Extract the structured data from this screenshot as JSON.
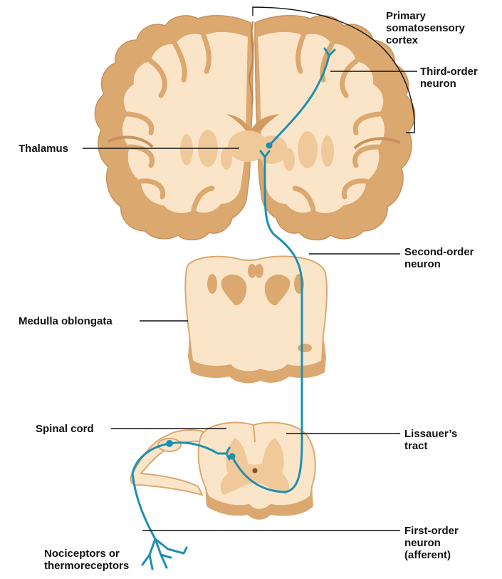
{
  "labels": {
    "primary_cortex_l1": "Primary",
    "primary_cortex_l2": "somatosensory",
    "primary_cortex_l3": "cortex",
    "third_order_l1": "Third-order",
    "third_order_l2": "neuron",
    "thalamus": "Thalamus",
    "second_order_l1": "Second-order",
    "second_order_l2": "neuron",
    "medulla": "Medulla oblongata",
    "spinal_cord": "Spinal cord",
    "lissauer_l1": "Lissauer’s",
    "lissauer_l2": "tract",
    "first_order_l1": "First-order",
    "first_order_l2": "neuron",
    "first_order_l3": "(afferent)",
    "receptors_l1": "Nociceptors or",
    "receptors_l2": "thermoreceptors"
  },
  "colors": {
    "neuron": "#1e8fb0",
    "cortex_grey_matter": "#dba870",
    "white_matter": "#fbe5c8",
    "deep_nuclei": "#efc99a",
    "tissue_edge": "#c9925c",
    "leader_line": "#111111"
  }
}
